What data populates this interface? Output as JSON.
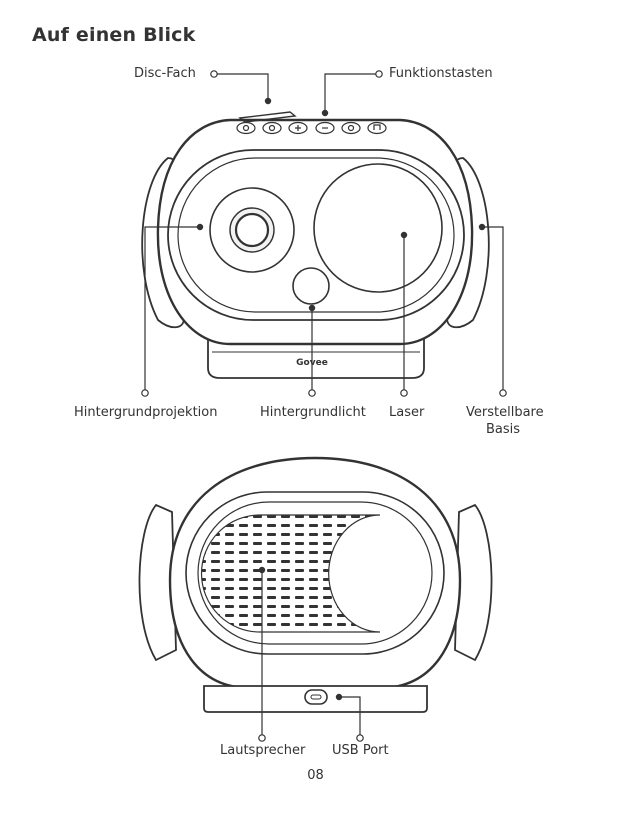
{
  "page": {
    "title": "Auf einen Blick",
    "page_number": "08"
  },
  "front_view": {
    "brand": "Govee",
    "labels": {
      "disc_tray": "Disc-Fach",
      "function_keys": "Funktionstasten",
      "background_projection": "Hintergrundprojektion",
      "background_light": "Hintergrundlicht",
      "laser": "Laser",
      "adjustable_base_line1": "Verstellbare",
      "adjustable_base_line2": "Basis"
    },
    "buttons": [
      "power-icon",
      "light-mode-icon",
      "plus-icon",
      "minus-icon",
      "timer-icon",
      "music-icon"
    ]
  },
  "back_view": {
    "labels": {
      "speaker": "Lautsprecher",
      "usb_port": "USB Port"
    }
  },
  "colors": {
    "stroke": "#333333",
    "light_fill": "#f2f2f2"
  }
}
